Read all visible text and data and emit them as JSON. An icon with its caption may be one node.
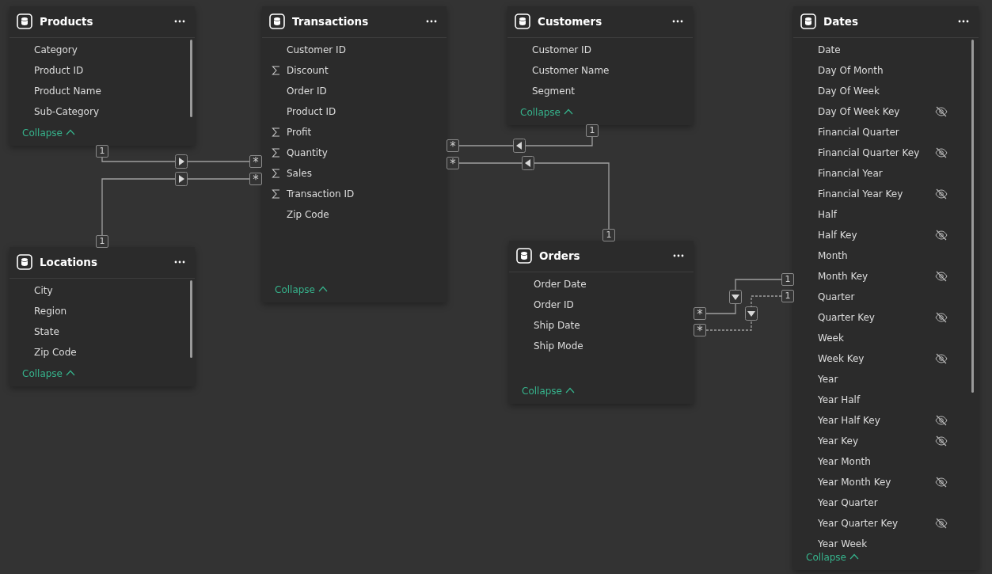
{
  "diagram": {
    "nodes": [
      {
        "text": [
          "Products",
          "Category",
          "Product ID",
          "Product Name",
          "Sub-Category",
          "Collapse"
        ]
      },
      {
        "text": [
          "Transactions",
          "Customer ID",
          "Discount",
          "Order ID",
          "Product ID",
          "Profit",
          "Quantity",
          "Sales",
          "Transaction ID",
          "Zip Code",
          "Collapse"
        ]
      },
      {
        "text": [
          "Customers",
          "Customer ID",
          "Customer Name",
          "Segment",
          "Collapse"
        ]
      },
      {
        "text": [
          "Dates",
          "Date",
          "Day Of Month",
          "Day Of Week",
          "Day Of Week Key",
          "Financial Quarter",
          "Financial Quarter Key",
          "Financial Year",
          "Financial Year Key",
          "Half",
          "Half Key",
          "Month",
          "Month Key",
          "Quarter",
          "Quarter Key",
          "Week",
          "Week Key",
          "Year",
          "Year Half",
          "Year Half Key",
          "Year Key",
          "Year Month",
          "Year Month Key",
          "Year Quarter",
          "Year Quarter Key",
          "Year Week",
          "Collapse"
        ]
      },
      {
        "text": [
          "Locations",
          "City",
          "Region",
          "State",
          "Zip Code",
          "Collapse"
        ]
      },
      {
        "text": [
          "Orders",
          "Order Date",
          "Order ID",
          "Ship Date",
          "Ship Mode",
          "Collapse"
        ]
      }
    ],
    "edges": [
      {
        "from": 0,
        "to": 1,
        "arrow": "to"
      },
      {
        "from": 4,
        "to": 1,
        "arrow": "to"
      },
      {
        "from": 2,
        "to": 1,
        "arrow": "to"
      },
      {
        "from": 5,
        "to": 1,
        "arrow": "to"
      },
      {
        "from": 3,
        "to": 5,
        "arrow": "to"
      },
      {
        "from": 3,
        "to": 5,
        "arrow": "to",
        "style": "dashed"
      }
    ],
    "labels": [
      "1",
      "*",
      "1",
      "*",
      "1",
      "*",
      "1",
      "*",
      "1",
      "*",
      "1",
      "*"
    ]
  }
}
